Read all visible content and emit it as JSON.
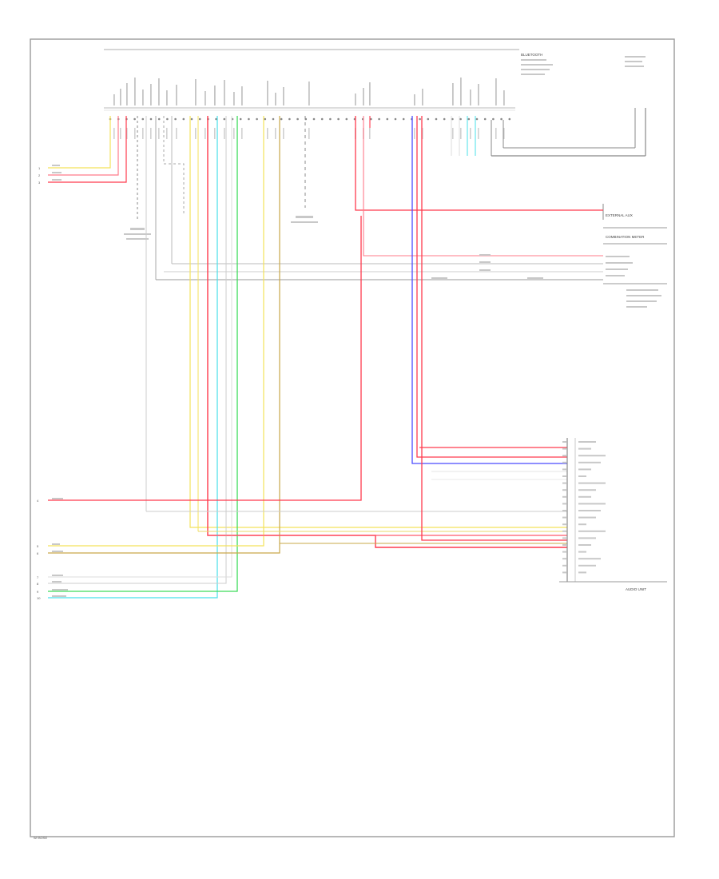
{
  "colors": {
    "border": "#999999",
    "red": "#ff3b4e",
    "yellow": "#f4e25a",
    "cyan": "#48e0ea",
    "green": "#3ddc5a",
    "blue": "#4b4bff",
    "gray": "#aaaaaa",
    "tan": "#d6c68a"
  },
  "labels": {
    "extension_unit": "EXTERNAL AUX",
    "combination_meter": "COMBINATION METER",
    "bluetooth_unit": "BLUETOOTH",
    "audio_unit": "AUDIO UNIT",
    "page_ref": "W/ BOSE"
  },
  "pins": {
    "left_top": [
      "1",
      "2",
      "3"
    ],
    "left_bottom": [
      "4",
      "5",
      "6",
      "7",
      "8",
      "9",
      "10"
    ]
  }
}
